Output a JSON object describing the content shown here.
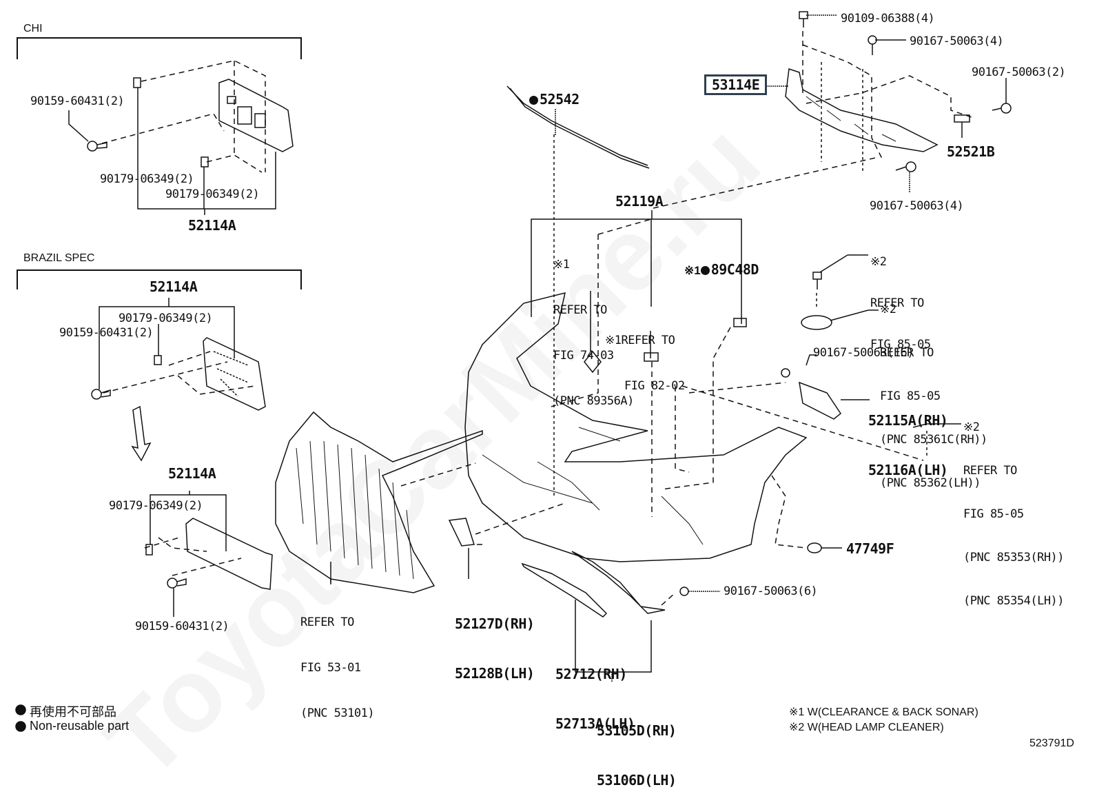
{
  "diagram": {
    "figure_id": "523791D",
    "watermark": "ToyotaCarMine.ru",
    "groups": {
      "chi": {
        "title": "CHI"
      },
      "brazil": {
        "title": "BRAZIL SPEC"
      }
    },
    "chi_labels": {
      "screw": "90159-60431(2)",
      "nut_a": "90179-06349(2)",
      "nut_b": "90179-06349(2)",
      "bracket": "52114A"
    },
    "brazil_labels": {
      "bracket_top": "52114A",
      "nut_top": "90179-06349(2)",
      "screw_top": "90159-60431(2)",
      "bracket_bottom": "52114A",
      "nut_bottom": "90179-06349(2)",
      "screw_bottom": "90159-60431(2)"
    },
    "grille_ref": {
      "line1": "REFER TO",
      "line2": "FIG 53-01",
      "line3": "(PNC 53101)"
    },
    "parts": {
      "highlighted": "53114E",
      "seal": "52542",
      "bumper_cover": "52119A",
      "sensor_ref": {
        "mark": "※1",
        "line1": "REFER TO",
        "line2": "FIG 74-03",
        "line3": "(PNC 89356A)"
      },
      "retainer_mark": "※1",
      "retainer": "89C48D",
      "fig82_ref": {
        "mark": "※1",
        "line1": "REFER TO",
        "line2": "FIG 82-02"
      },
      "bolt_top": "90109-06388(4)",
      "screw_top": "90167-50063(4)",
      "screw_right": "90167-50063(2)",
      "retainer_right": "52521B",
      "screw_bottom": "90167-50063(4)",
      "washer_ref1": {
        "mark": "※2",
        "line1": "REFER TO",
        "line2": "FIG 85-05"
      },
      "washer_ref2": {
        "mark": "※2",
        "line1": "REFER TO",
        "line2": "FIG 85-05",
        "line3": "(PNC 85361C(RH))",
        "line4": "(PNC 85362(LH))"
      },
      "screw_16": "90167-50063(16)",
      "support_rh": "52115A(RH)",
      "support_lh": "52116A(LH)",
      "cover_ref": {
        "mark": "※2",
        "line1": "REFER TO",
        "line2": "FIG 85-05",
        "line3": "(PNC 85353(RH))",
        "line4": "(PNC 85354(LH))"
      },
      "clip": "47749F",
      "screw_6": "90167-50063(6)",
      "cover_rh": "52127D(RH)",
      "cover_lh": "52128B(LH)",
      "moulding_rh": "52712(RH)",
      "moulding_lh": "52713A(LH)",
      "spoiler_rh": "53105D(RH)",
      "spoiler_lh": "53106D(LH)"
    },
    "legend": {
      "non_reusable_jp": "再使用不可部品",
      "non_reusable_en": "Non-reusable part"
    },
    "notes": {
      "note1": "※1 W(CLEARANCE & BACK SONAR)",
      "note2": "※2 W(HEAD LAMP CLEANER)"
    }
  }
}
